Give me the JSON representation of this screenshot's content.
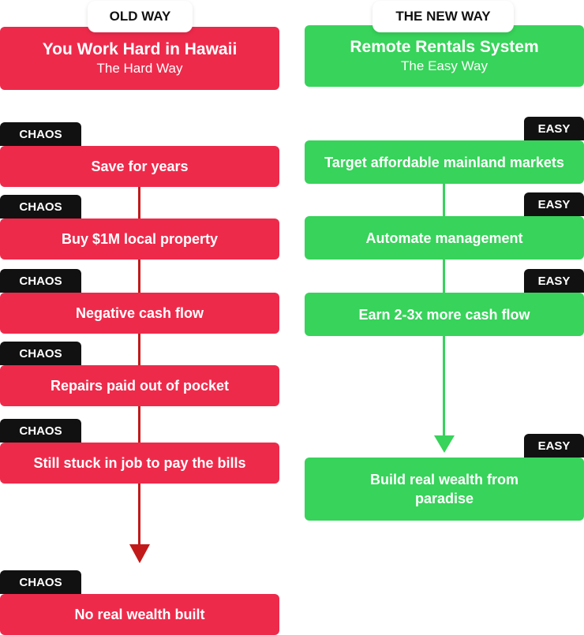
{
  "old": {
    "tab": "OLD WAY",
    "title": "You Work Hard in Hawaii",
    "subtitle": "The Hard Way",
    "badge": "CHAOS",
    "steps": [
      "Save for years",
      "Buy $1M local property",
      "Negative cash flow",
      "Repairs paid out of pocket",
      "Still stuck in job to pay the bills",
      "No real wealth built"
    ]
  },
  "new": {
    "tab": "THE NEW WAY",
    "title": "Remote Rentals System",
    "subtitle": "The Easy Way",
    "badge": "EASY",
    "steps": [
      "Target affordable mainland markets",
      "Automate management",
      "Earn 2-3x more cash flow",
      "Build real wealth from paradise"
    ]
  },
  "colors": {
    "red": "#ee2a4b",
    "green": "#37d35a",
    "dark_red_line": "#c21a1a",
    "badge_black": "#111111"
  }
}
